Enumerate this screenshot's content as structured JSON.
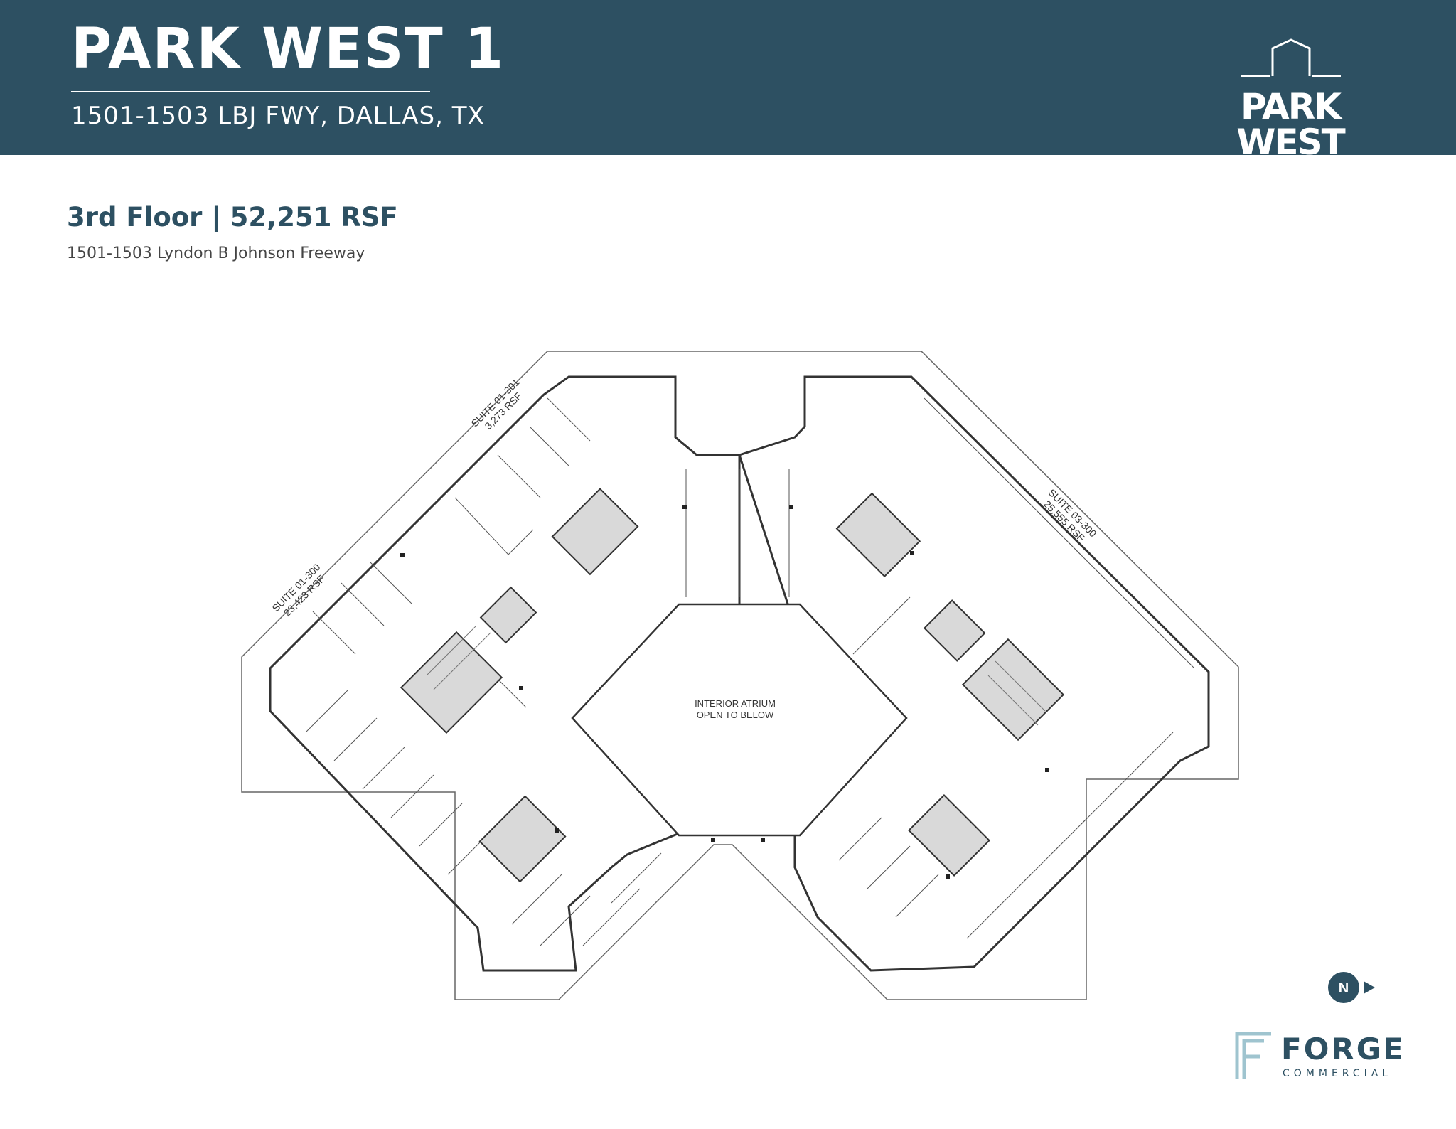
{
  "header": {
    "title": "PARK WEST 1",
    "address": "1501-1503 LBJ FWY, DALLAS, TX",
    "logo": "PARK WEST"
  },
  "floor": {
    "title": "3rd Floor | 52,251 RSF",
    "address": "1501-1503 Lyndon B Johnson Freeway"
  },
  "plan": {
    "atrium_line1": "INTERIOR ATRIUM",
    "atrium_line2": "OPEN TO BELOW",
    "suites": [
      {
        "name": "SUITE 01-301",
        "rsf": "3,273 RSF"
      },
      {
        "name": "SUITE 01-300",
        "rsf": "23,423 RSF"
      },
      {
        "name": "SUITE 03-300",
        "rsf": "25,555 RSF"
      }
    ]
  },
  "compass": {
    "label": "N"
  },
  "brand": {
    "name": "FORGE",
    "sub": "COMMERCIAL"
  },
  "colors": {
    "navy": "#2d5062",
    "line": "#333333",
    "core": "#d9d9d9",
    "forge_accent": "#9fc4cf"
  }
}
